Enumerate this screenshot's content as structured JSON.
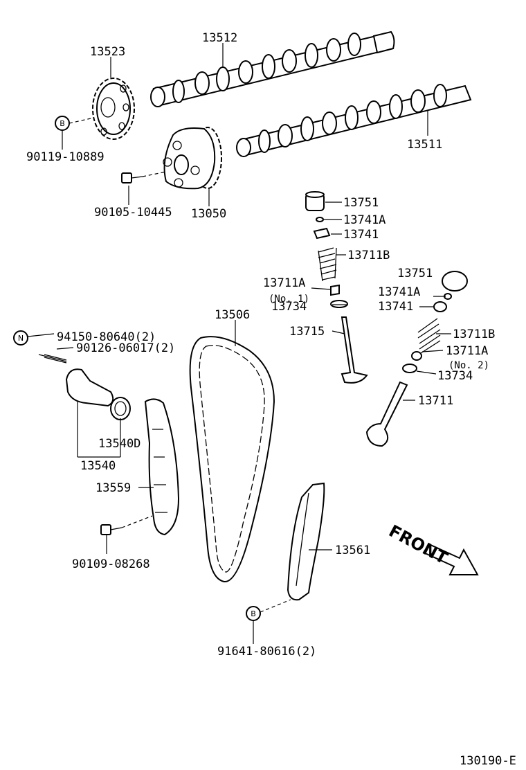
{
  "diagram": {
    "labels": {
      "p13523": "13523",
      "p13512": "13512",
      "p13511": "13511",
      "p90119": "90119-10889",
      "p90105": "90105-10445",
      "p13050": "13050",
      "p13751a": "13751",
      "p13741Aa": "13741A",
      "p13741a": "13741",
      "p13711Ba": "13711B",
      "p13711Aa": "13711A",
      "no1": "(No. 1)",
      "p13734a": "13734",
      "p13715": "13715",
      "p13751b": "13751",
      "p13741Ab": "13741A",
      "p13741b": "13741",
      "p13711Bb": "13711B",
      "p13711Ab": "13711A",
      "no2": "(No. 2)",
      "p13734b": "13734",
      "p13711": "13711",
      "p13506": "13506",
      "p94150": "94150-80640(2)",
      "p90126": "90126-06017(2)",
      "p13540D": "13540D",
      "p13540": "13540",
      "p13559": "13559",
      "p90109": "90109-08268",
      "p13561": "13561",
      "p91641": "91641-80616(2)",
      "front": "FRONT",
      "figure_code": "130190-E"
    },
    "markers": {
      "b1": "B",
      "b2": "B",
      "n1": "N"
    }
  }
}
